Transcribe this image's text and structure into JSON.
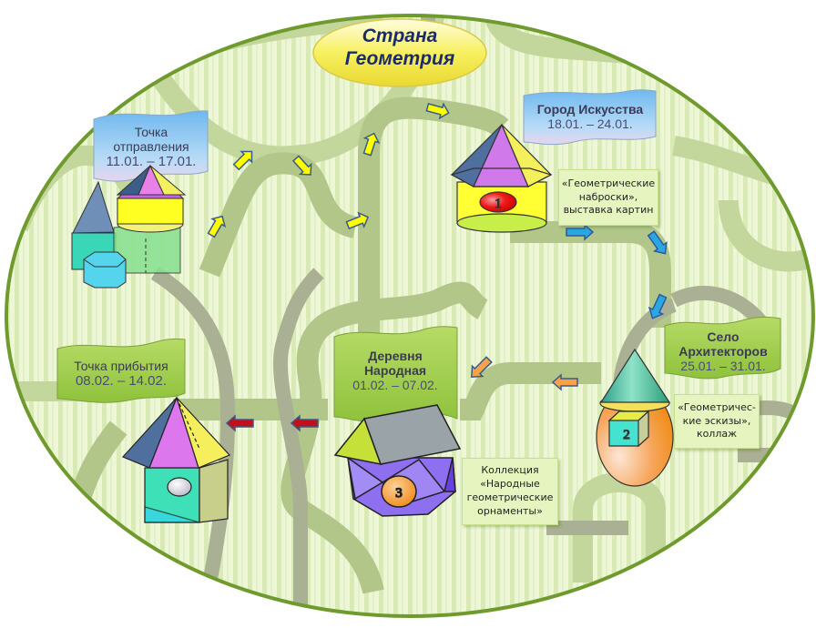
{
  "title": {
    "line1": "Страна",
    "line2": "Геометрия"
  },
  "stations": [
    {
      "id": "departure",
      "name_line1": "Точка",
      "name_line2": "отправления",
      "dates": "11.01. – 17.01."
    },
    {
      "id": "city-of-art",
      "number": "1",
      "name": "Город Искусства",
      "dates": "18.01. – 24.01.",
      "activity_line1": "«Геометрические",
      "activity_line2": "наброски»,",
      "activity_line3": "выставка картин"
    },
    {
      "id": "village-of-architects",
      "number": "2",
      "name_line1": "Село",
      "name_line2": "Архитекторов",
      "dates": "25.01. – 31.01.",
      "activity_line1": "«Геометричес-",
      "activity_line2": "кие эскизы»,",
      "activity_line3": "коллаж"
    },
    {
      "id": "folk-village",
      "number": "3",
      "name_line1": "Деревня",
      "name_line2": "Народная",
      "dates": "01.02. – 07.02.",
      "activity_line1": "Коллекция",
      "activity_line2": "«Народные",
      "activity_line3": "геометрические",
      "activity_line4": "орнаменты»"
    },
    {
      "id": "arrival",
      "name": "Точка прибытия",
      "dates": "08.02. – 14.02."
    }
  ],
  "colors": {
    "background_stripes_light": "#eef6d6",
    "background_stripes_dark": "#d6e8b0",
    "border": "#6f9a2e",
    "road_green": "#b5c98a",
    "road_gray": "#a8ae94",
    "arrow_yellow": "#ffff00",
    "arrow_blue": "#2aa6e0",
    "arrow_orange": "#f7a24a",
    "arrow_red": "#c0101a",
    "banner_blue": "#8ec9f2",
    "banner_green": "#a4d050",
    "title_oval": "#f5ef58"
  }
}
